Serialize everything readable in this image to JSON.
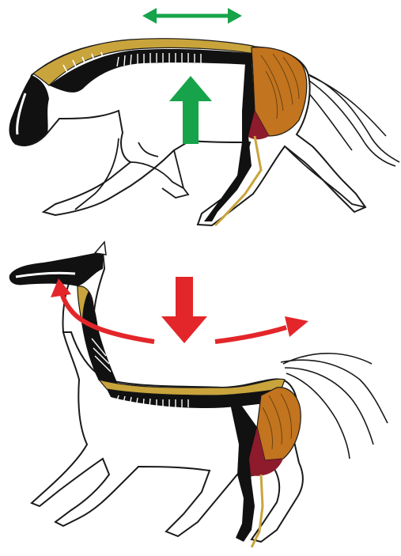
{
  "colors": {
    "outline": "#1a1a1a",
    "spine": "#111111",
    "muscle_gold": "#c9a43c",
    "muscle_orange": "#c2741f",
    "muscle_red": "#8e1b2c",
    "arrow_green": "#17a34a",
    "arrow_red": "#e3262a",
    "body_fill": "#ffffff"
  },
  "panels": [
    {
      "name": "horse-top",
      "posture": "long-and-low",
      "indicators": [
        "horizontal-double-arrow",
        "up-arrow"
      ],
      "indicator_color": "green"
    },
    {
      "name": "horse-bottom",
      "posture": "high-head-hollow-back",
      "indicators": [
        "down-arrow",
        "curved-arrow-to-head",
        "arrow-to-tail"
      ],
      "indicator_color": "red"
    }
  ]
}
